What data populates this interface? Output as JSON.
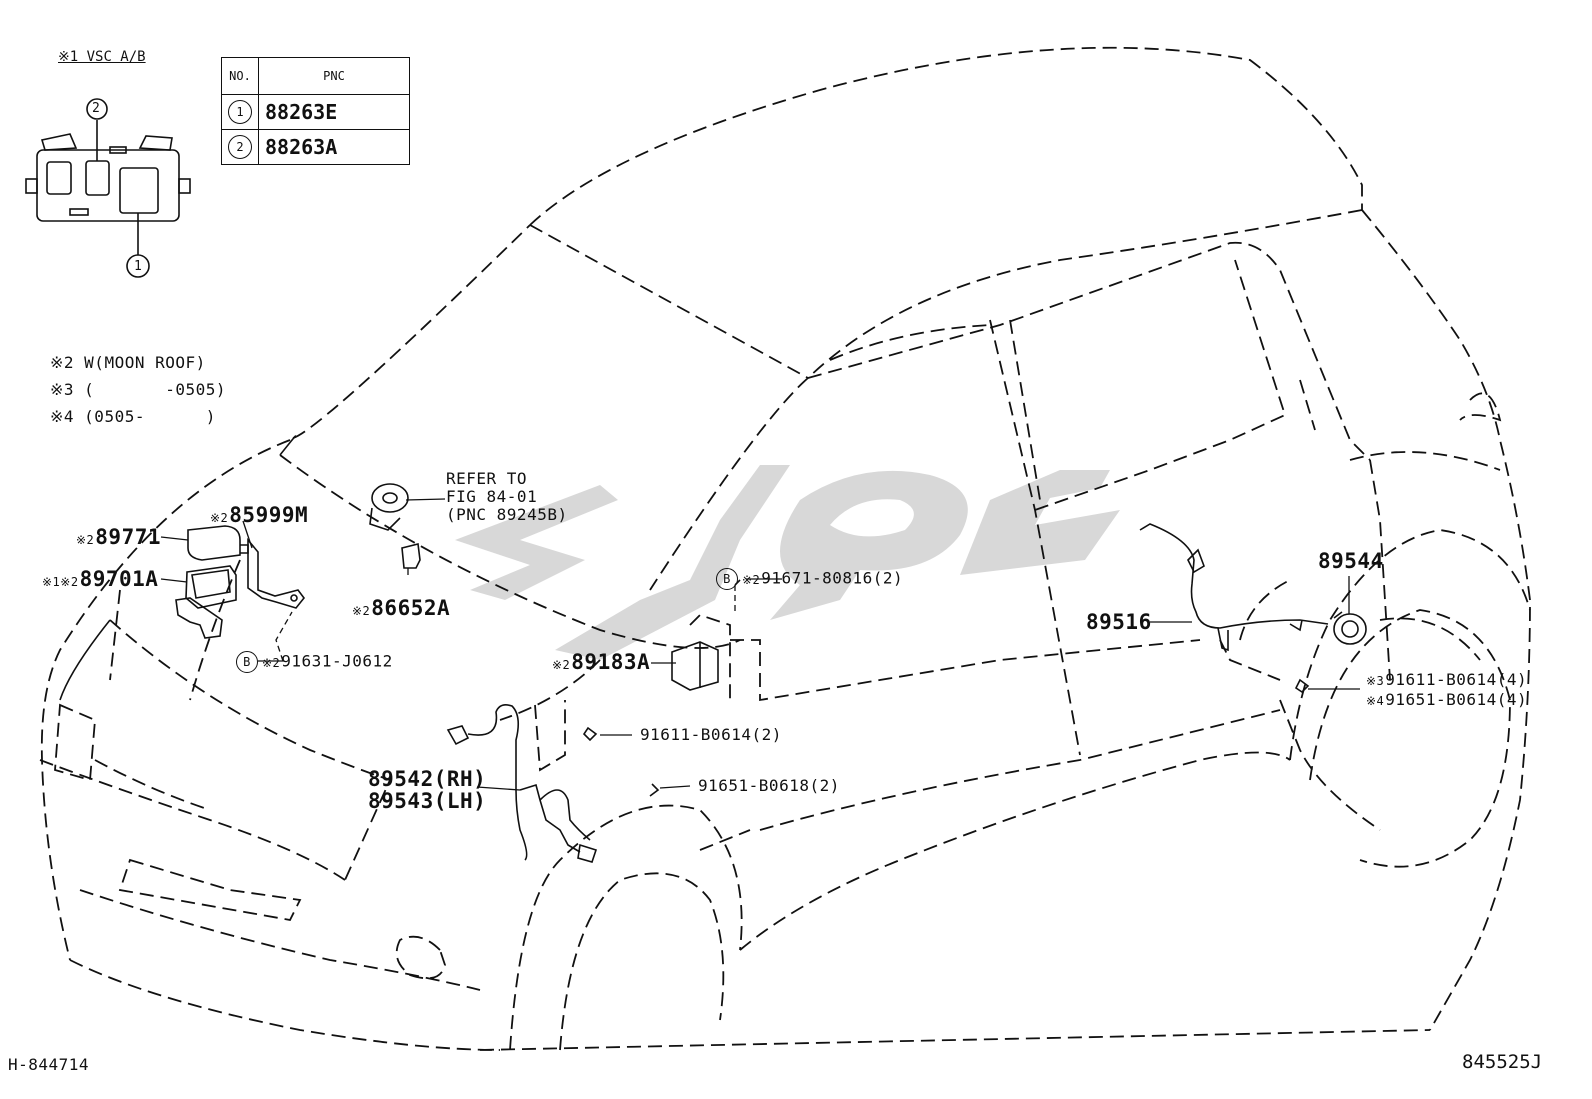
{
  "legend": {
    "vsc_note": "※1 VSC A/B",
    "note2": "※2  W(MOON ROOF)",
    "note3": "※3 (       -0505)",
    "note4": "※4 (0505-      )"
  },
  "pnc_table": {
    "header_no": "NO.",
    "header_pnc": "PNC",
    "rows": [
      {
        "no": "1",
        "pnc": "88263E"
      },
      {
        "no": "2",
        "pnc": "88263A"
      }
    ]
  },
  "inset_callouts": [
    "1",
    "2"
  ],
  "parts": {
    "p89771": {
      "mark": "※2",
      "text": "89771"
    },
    "p85999m": {
      "mark": "※2",
      "text": "85999M"
    },
    "p89701a": {
      "mark": "※1※2",
      "text": "89701A"
    },
    "p86652a": {
      "mark": "※2",
      "text": "86652A"
    },
    "p91631": {
      "badge": "B",
      "mark": "※2",
      "text": "91631-J0612"
    },
    "refer": {
      "line1": "REFER TO",
      "line2": "FIG 84-01",
      "line3": "(PNC 89245B)"
    },
    "p91671": {
      "badge": "B",
      "mark": "※2",
      "text": "91671-80816(2)"
    },
    "p89183a": {
      "mark": "※2",
      "text": "89183A"
    },
    "p91611_front": {
      "text": "91611-B0614(2)"
    },
    "p89542": {
      "text": "89542(RH)"
    },
    "p89543": {
      "text": "89543(LH)"
    },
    "p91651_front": {
      "text": "91651-B0618(2)"
    },
    "p89516": {
      "text": "89516"
    },
    "p89544": {
      "text": "89544"
    },
    "p91611_rear": {
      "mark": "※3",
      "text": "91611-B0614(4)"
    },
    "p91651_rear": {
      "mark": "※4",
      "text": "91651-B0614(4)"
    }
  },
  "footer": {
    "left_code": "H-844714",
    "right_code": "845525J"
  },
  "watermark": {
    "color": "#d8d8d8"
  }
}
